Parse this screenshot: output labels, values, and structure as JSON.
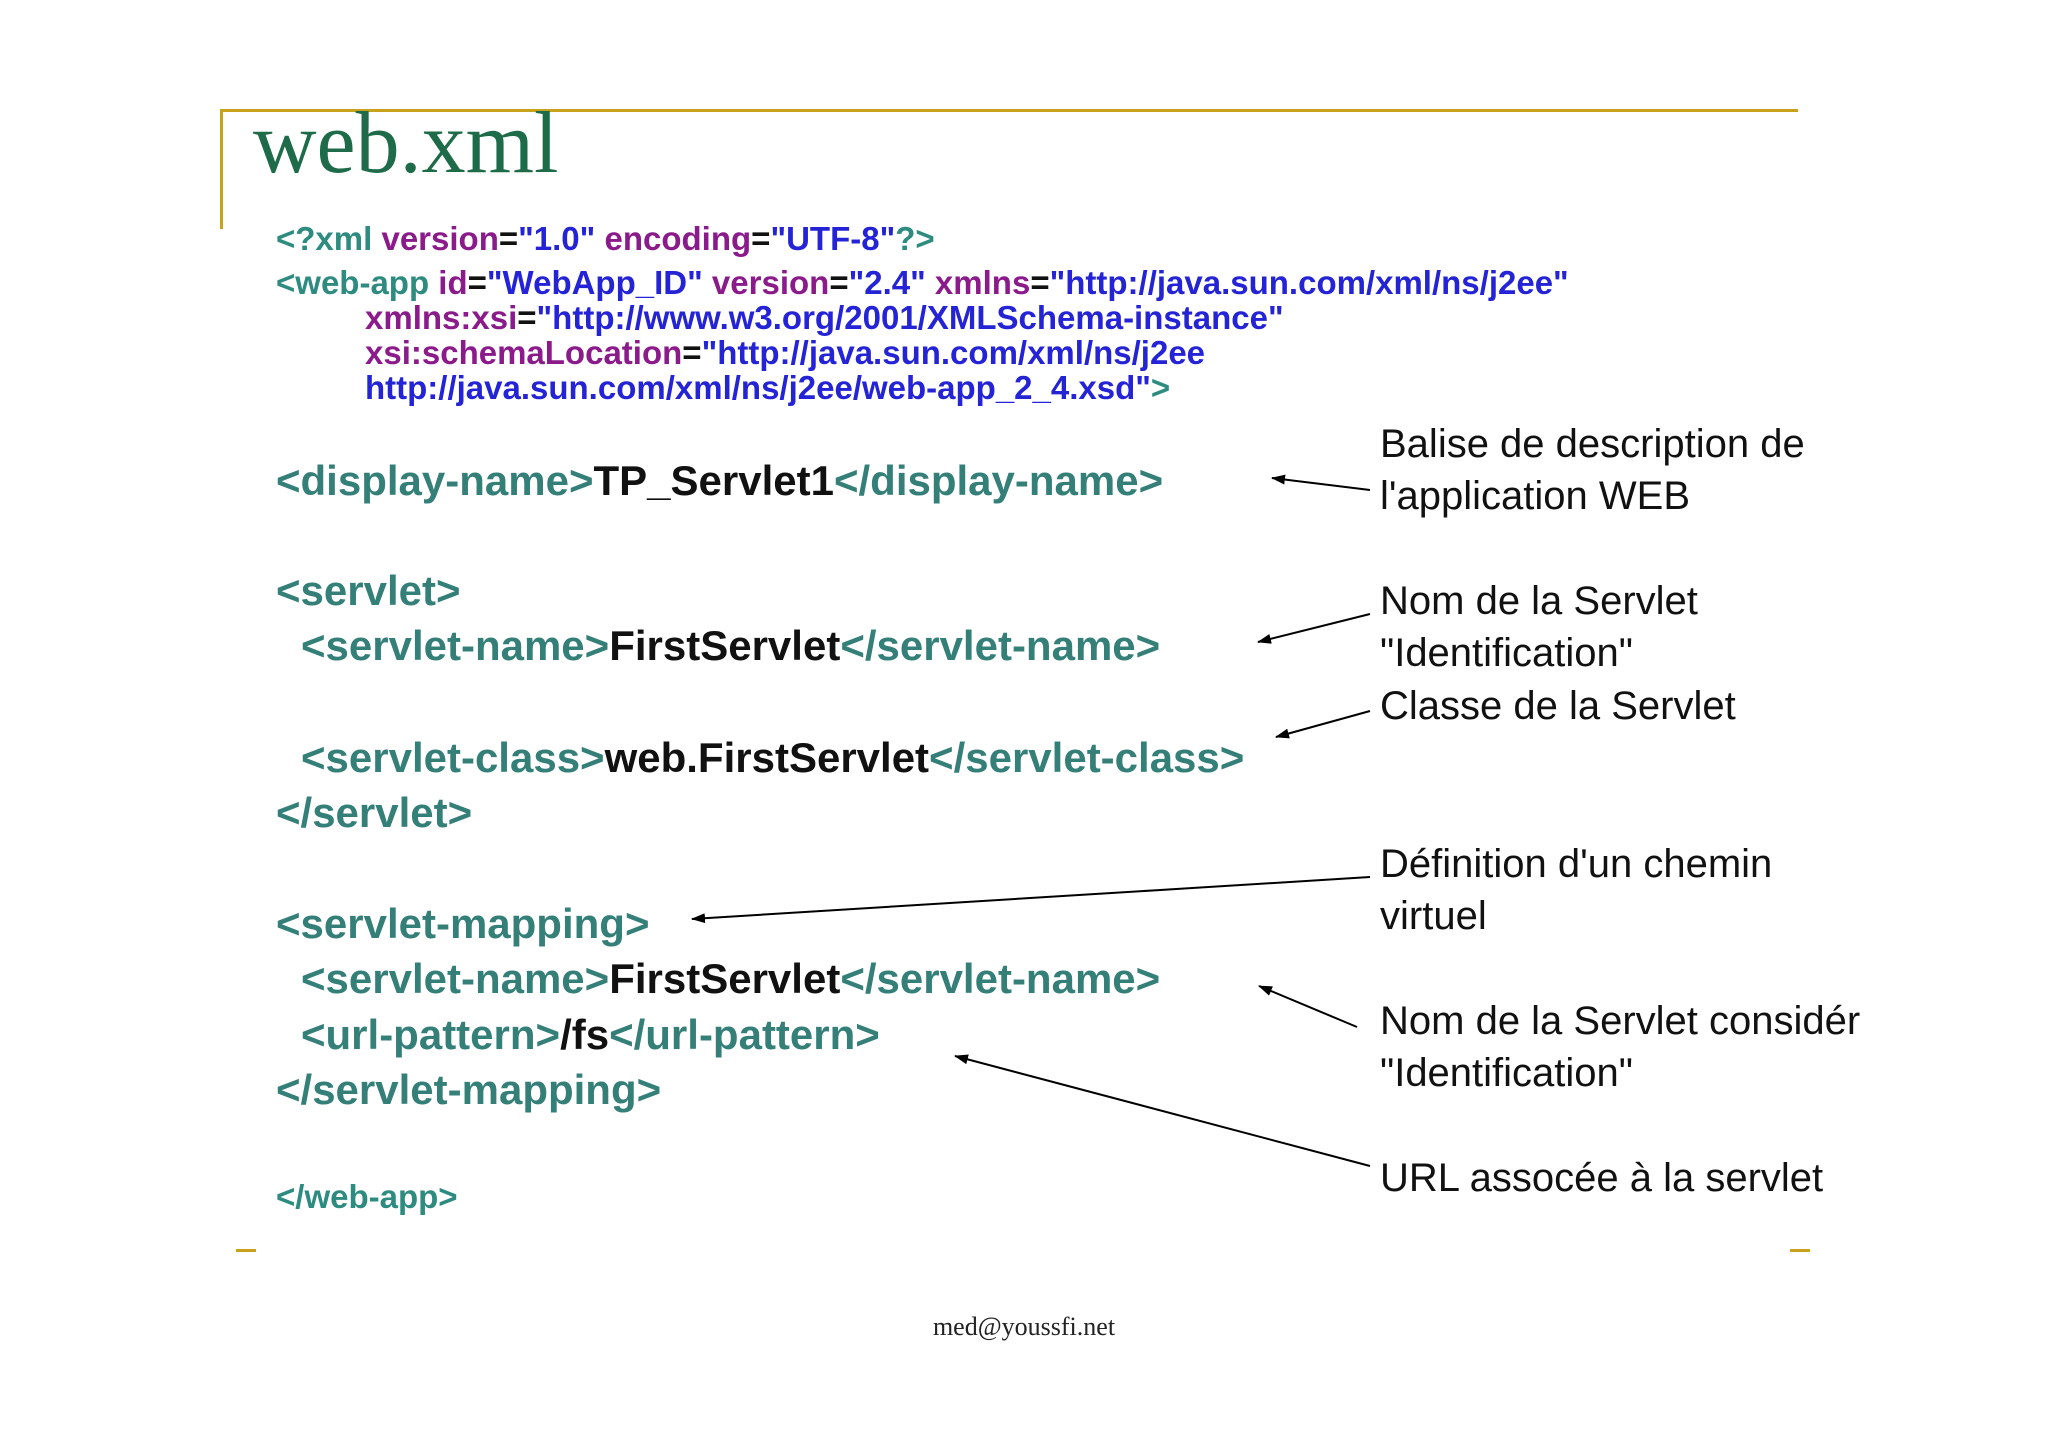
{
  "title": "web.xml",
  "xml_decl": {
    "open": "<?xml",
    "a1": " version",
    "eq1": "=",
    "v1": "\"1.0\"",
    "a2": " encoding",
    "eq2": "=",
    "v2": "\"UTF-8\"",
    "close": "?>"
  },
  "webapp_open": {
    "tag": "<web-app",
    "a1": " id",
    "v1": "\"WebApp_ID\"",
    "a2": " version",
    "v2": "\"2.4\"",
    "a3": " xmlns",
    "v3": "\"http://java.sun.com/xml/ns/j2ee\"",
    "a4": "xmlns:xsi",
    "v4": "\"http://www.w3.org/2001/XMLSchema-instance\"",
    "a5": "xsi:schemaLocation",
    "v5": "\"http://java.sun.com/xml/ns/j2ee",
    "v6": "http://java.sun.com/xml/ns/j2ee/web-app_2_4.xsd\"",
    "end": ">",
    "eq": "="
  },
  "display_name": {
    "open": "<display-name>",
    "value": "TP_Servlet1",
    "close": "</display-name>"
  },
  "servlet": {
    "open": "<servlet>",
    "name_open": "<servlet-name>",
    "name": "FirstServlet",
    "name_close": "</servlet-name>",
    "class_open": "<servlet-class>",
    "class": "web.FirstServlet",
    "class_close": "</servlet-class>",
    "close": "</servlet>"
  },
  "mapping": {
    "open": "<servlet-mapping>",
    "name_open": "<servlet-name>",
    "name": "FirstServlet",
    "name_close": "</servlet-name>",
    "url_open": "<url-pattern>",
    "url": "/fs",
    "url_close": "</url-pattern>",
    "close": "</servlet-mapping>"
  },
  "webapp_close": "</web-app>",
  "notes": {
    "display": "Balise de description de\nl'application WEB",
    "servlet_name": "Nom de la Servlet\n\"Identification\"",
    "servlet_class": "Classe de la Servlet",
    "mapping": "Définition d'un chemin\nvirtuel",
    "mapping_name": "Nom de la Servlet considér\n\"Identification\"",
    "url": "URL assocée à la servlet"
  },
  "footer": "med@youssfi.net",
  "colors": {
    "accent_rule": "#c8a21a",
    "title": "#1d6b48",
    "tag": "#2e8b7f",
    "attribute": "#8b1a8b",
    "value": "#2424d6"
  }
}
